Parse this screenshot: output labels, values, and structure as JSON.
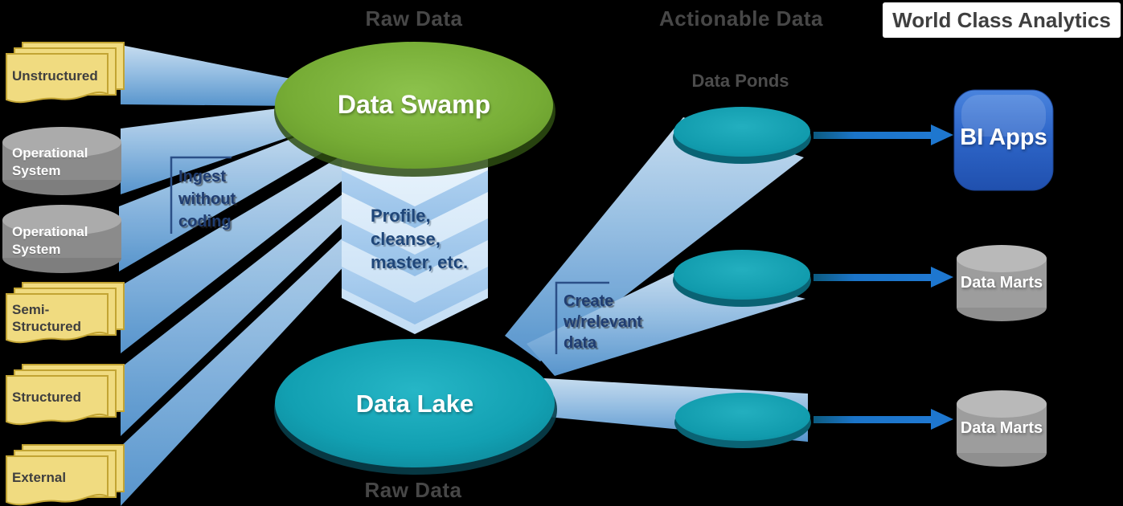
{
  "headers": {
    "raw_data_top": "Raw Data",
    "actionable_data": "Actionable Data",
    "world_class_analytics": "World Class Analytics",
    "data_ponds": "Data Ponds",
    "raw_data_bottom": "Raw Data"
  },
  "sources": [
    {
      "label": "Unstructured",
      "shape": "document-stack"
    },
    {
      "label": "Operational System",
      "shape": "database-cylinder"
    },
    {
      "label": "Operational System",
      "shape": "database-cylinder"
    },
    {
      "label": "Semi-Structured",
      "shape": "document-stack"
    },
    {
      "label": "Structured",
      "shape": "document-stack"
    },
    {
      "label": "External",
      "shape": "document-stack"
    }
  ],
  "nodes": {
    "data_swamp": {
      "label": "Data Swamp",
      "shape": "ellipse",
      "color": "#76AC35"
    },
    "data_lake": {
      "label": "Data Lake",
      "shape": "ellipse",
      "color": "#12A0B2"
    },
    "bi_apps": {
      "label": "BI Apps",
      "shape": "rounded-square",
      "color": "#2E66C9"
    },
    "data_marts": [
      {
        "label": "Data Marts",
        "shape": "database-cylinder"
      },
      {
        "label": "Data Marts",
        "shape": "database-cylinder"
      }
    ]
  },
  "annotations": {
    "ingest_lines": [
      "Ingest",
      "without",
      "coding"
    ],
    "process_lines": [
      "Profile,",
      "cleanse,",
      "master, etc."
    ],
    "create_lines": [
      "Create",
      "w/relevant",
      "data"
    ]
  },
  "colors": {
    "background": "#000000",
    "beam_blue": "#5B9BD5",
    "swamp_green": "#76AC35",
    "lake_teal": "#12A0B2",
    "pond_teal": "#14A2B4",
    "bi_apps_blue": "#2E66C9",
    "arrow_blue": "#1B74C8",
    "source_card_yellow": "#F0DB80",
    "cylinder_gray": "#8B8B8B",
    "annotation_navy": "#203D71",
    "header_gray": "#474747"
  }
}
